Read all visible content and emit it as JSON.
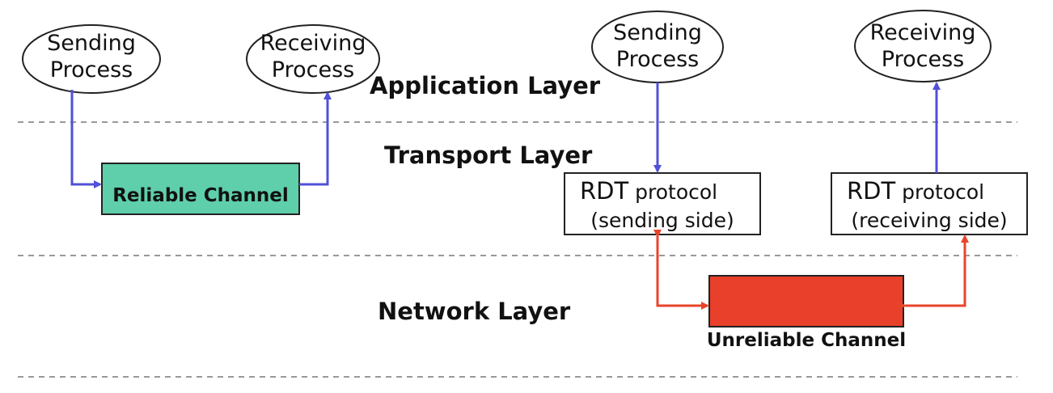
{
  "colors": {
    "blue_arrow": "#5050d8",
    "red_arrow": "#e8442a",
    "reliable_fill": "#5ecfaa",
    "unreliable_fill": "#e8402a",
    "divider": "#999999",
    "text": "#111111"
  },
  "layers": {
    "application": "Application Layer",
    "transport": "Transport Layer",
    "network": "Network Layer"
  },
  "left": {
    "sending_process": [
      "Sending",
      "Process"
    ],
    "receiving_process": [
      "Receiving",
      "Process"
    ],
    "channel": "Reliable Channel"
  },
  "right": {
    "sending_process": [
      "Sending",
      "Process"
    ],
    "receiving_process": [
      "Receiving",
      "Process"
    ],
    "rdt_sender": {
      "title_main": "RDT",
      "title_rest": " protocol",
      "subtitle": "(sending side)"
    },
    "rdt_receiver": {
      "title_main": "RDT",
      "title_rest": " protocol",
      "subtitle": "(receiving side)"
    },
    "channel": "Unreliable Channel"
  }
}
